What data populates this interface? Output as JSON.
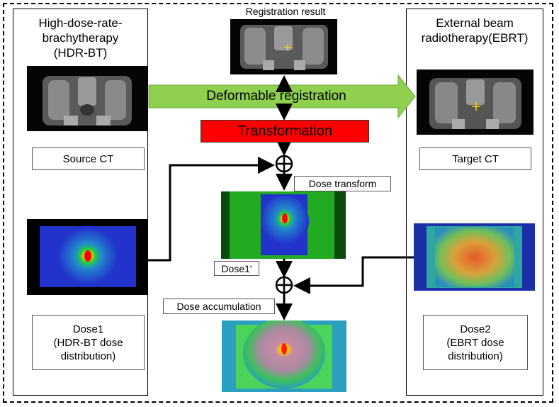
{
  "left_panel": {
    "title_line1": "High-dose-rate-",
    "title_line2": "brachytherapy",
    "title_line3": "(HDR-BT)",
    "source_label": "Source CT",
    "dose_line1": "Dose1",
    "dose_line2": "(HDR-BT dose",
    "dose_line3": "distribution)"
  },
  "right_panel": {
    "title_line1": "External beam",
    "title_line2": "radiotherapy(EBRT)",
    "target_label": "Target CT",
    "dose_line1": "Dose2",
    "dose_line2": "(EBRT dose",
    "dose_line3": "distribution)"
  },
  "center": {
    "registration_result": "Registration result",
    "deformable_registration": "Deformable registration",
    "transformation": "Transformation",
    "dose_transform": "Dose transform",
    "dose1_prime": "Dose1'",
    "dose_accumulation": "Dose accumulation"
  },
  "colors": {
    "green_arrow": "#8fd14f",
    "transformation_box": "#ff0000",
    "dose_blue": "#2233cc",
    "dose_green": "#22aa22"
  }
}
